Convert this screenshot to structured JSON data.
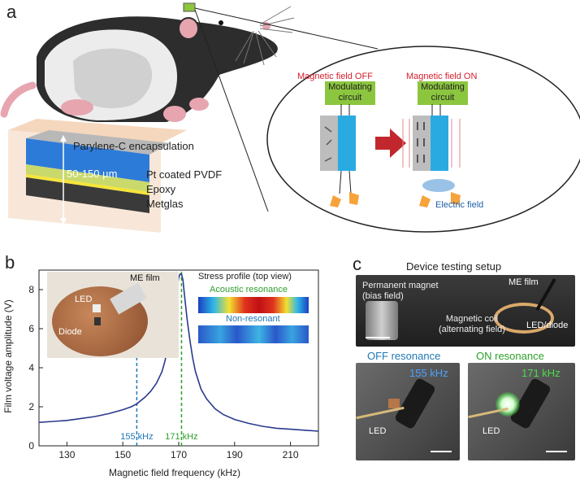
{
  "panel_a": {
    "letter": "a",
    "field_off_label": "Magnetic field OFF",
    "field_on_label": "Magnetic field ON",
    "circuit_label_line1": "Modulating",
    "circuit_label_line2": "circuit",
    "electric_field_label": "Electric field",
    "layers": {
      "encapsulation": "Parylene-C encapsulation",
      "thickness": "50-150 µm",
      "pvdf": "Pt coated PVDF",
      "epoxy": "Epoxy",
      "metglas": "Metglas"
    },
    "colors": {
      "red_label": "#d21e2b",
      "circuit_green": "#8cc63f",
      "film_blue": "#29abe2",
      "arrow_red": "#c1272d"
    }
  },
  "panel_b": {
    "letter": "b",
    "inset_labels": {
      "me_film": "ME film",
      "led": "LED",
      "diode": "Diode"
    },
    "stress": {
      "title": "Stress profile (top view)",
      "acoustic": "Acoustic resonance",
      "nonresonant": "Non-resonant",
      "acoustic_color": "#2ca02c",
      "nonresonant_color": "#1f77b4"
    },
    "marker_155": "155 kHz",
    "marker_171": "171 kHz"
  },
  "panel_c": {
    "letter": "c",
    "title": "Device testing setup",
    "permanent_magnet_line1": "Permanent magnet",
    "permanent_magnet_line2": "(bias field)",
    "me_film": "ME film",
    "coil_line1": "Magnetic coil",
    "coil_line2": "(alternating field)",
    "led_diode": "LED/diode",
    "off_resonance": "OFF resonance",
    "on_resonance": "ON resonance",
    "off_freq": "155 kHz",
    "on_freq": "171 kHz",
    "led_label": "LED",
    "off_color": "#1f77b4",
    "on_color": "#2ca02c"
  },
  "chart_data": {
    "type": "line",
    "xlabel": "Magnetic field frequency (kHz)",
    "ylabel": "Film voltage amplitude (V)",
    "xlim": [
      120,
      220
    ],
    "ylim": [
      0,
      9
    ],
    "xticks": [
      130,
      150,
      170,
      190,
      210
    ],
    "yticks": [
      0,
      2,
      4,
      6,
      8
    ],
    "grid": false,
    "line_color": "#2a3a8c",
    "x": [
      120,
      125,
      130,
      135,
      140,
      145,
      150,
      153,
      155,
      158,
      160,
      162,
      164,
      165,
      166,
      167,
      168,
      169,
      170,
      170.5,
      171,
      171.5,
      172,
      173,
      174,
      175,
      176,
      178,
      180,
      183,
      186,
      190,
      195,
      200,
      205,
      210,
      215,
      220
    ],
    "y": [
      1.2,
      1.25,
      1.3,
      1.4,
      1.5,
      1.65,
      1.85,
      2.0,
      2.15,
      2.5,
      2.8,
      3.2,
      3.8,
      4.3,
      4.9,
      5.7,
      6.7,
      7.8,
      8.6,
      8.8,
      8.8,
      8.5,
      7.8,
      6.5,
      5.4,
      4.5,
      3.8,
      2.9,
      2.4,
      1.9,
      1.6,
      1.35,
      1.15,
      1.0,
      0.9,
      0.85,
      0.8,
      0.75
    ],
    "markers": [
      {
        "x": 155,
        "label": "155 kHz",
        "color": "#1f77b4"
      },
      {
        "x": 171,
        "label": "171 kHz",
        "color": "#2ca02c"
      }
    ]
  }
}
